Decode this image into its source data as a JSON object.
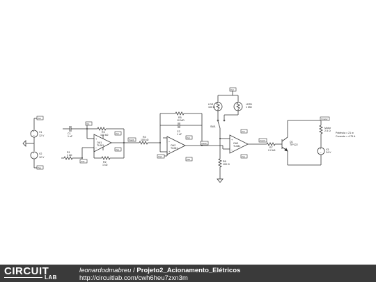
{
  "labels": {
    "v1": [
      "V1",
      "12 V"
    ],
    "v2": [
      "V2",
      "12 V"
    ],
    "c1": [
      "C1",
      "1 uF"
    ],
    "r1": [
      "R1",
      "1 kΩ"
    ],
    "r2": [
      "R2",
      "1 kΩ"
    ],
    "r3": [
      "R3",
      "100 kΩ"
    ],
    "oa1": [
      "OA1",
      "TL081"
    ],
    "r4": [
      "R4",
      "100 kΩ"
    ],
    "r5": [
      "R5",
      "10 MΩ"
    ],
    "c2": [
      "C2",
      "1 nF"
    ],
    "oa2": [
      "OA2",
      "TL081"
    ],
    "ldr": [
      "LDR",
      "100 Ω"
    ],
    "ldr1": [
      "LDR1",
      "1 MΩ"
    ],
    "sw1": "SW1",
    "r6": [
      "R6",
      "100 Ω"
    ],
    "oa3": [
      "OA3",
      "TL081"
    ],
    "r7": [
      "R7",
      "2.2 kΩ"
    ],
    "q1": [
      "Q1",
      "TIP122"
    ],
    "motor": [
      "Motor",
      "2.5 Ω"
    ],
    "v3": [
      "V3",
      "24 V"
    ]
  },
  "nodes": {
    "vcc": "Vcc",
    "vee": "Vee",
    "vin": "Vin",
    "vout1": "Vout1",
    "vout2": "Vout2",
    "vout3": "Vout3",
    "vmotor": "Vmotor",
    "vref": "Vref"
  },
  "annotation": [
    "Potência = 21 w",
    "Corrente = 4.75 A"
  ],
  "footer": {
    "logo_top": "CIRCUIT",
    "logo_bottom": "LAB",
    "author": "leonardodmabreu",
    "separator": " / ",
    "project": "Projeto2_Acionamento_Elétricos",
    "url": "http://circuitlab.com/cwh6heu7zxn3m"
  }
}
